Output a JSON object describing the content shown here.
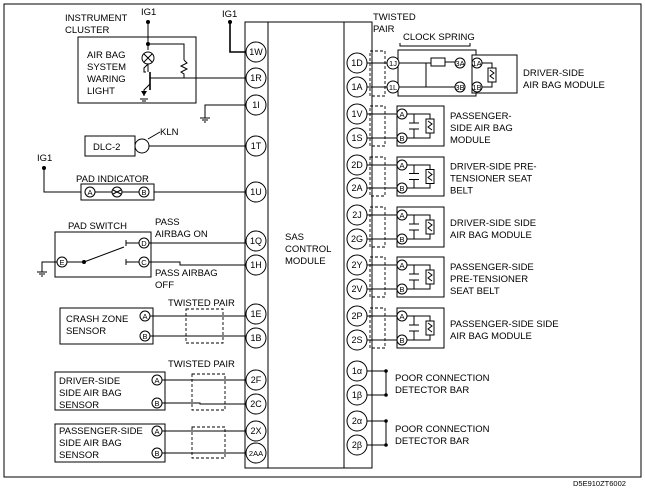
{
  "figure_id": "D5E910ZT6002",
  "module": {
    "label_lines": [
      "SAS",
      "CONTROL",
      "MODULE"
    ]
  },
  "power": {
    "ig1": "IG1"
  },
  "instrument_cluster": {
    "title_lines": [
      "INSTRUMENT",
      "CLUSTER"
    ],
    "light_lines": [
      "AIR BAG",
      "SYSTEM",
      "WARING",
      "LIGHT"
    ]
  },
  "dlc": {
    "label": "DLC-2",
    "line": "KLN"
  },
  "pad_indicator": {
    "label": "PAD INDICATOR",
    "pins": [
      "A",
      "B"
    ]
  },
  "pad_switch": {
    "label": "PAD SWITCH",
    "pins": [
      "D",
      "C",
      "E"
    ]
  },
  "pass_airbag_on_lines": [
    "PASS",
    "AIRBAG ON"
  ],
  "pass_airbag_off_lines": [
    "PASS AIRBAG",
    "OFF"
  ],
  "twisted_pair": "TWISTED PAIR",
  "twisted_pair_top_lines": [
    "TWISTED",
    "PAIR"
  ],
  "clock_spring": "CLOCK SPRING",
  "sensors": {
    "crash_zone_lines": [
      "CRASH ZONE",
      "SENSOR"
    ],
    "driver_side_lines": [
      "DRIVER-SIDE",
      "SIDE AIR BAG",
      "SENSOR"
    ],
    "passenger_side_lines": [
      "PASSENGER-SIDE",
      "SIDE AIR BAG",
      "SENSOR"
    ],
    "pins": [
      "A",
      "B"
    ]
  },
  "left_pins": [
    "1W",
    "1R",
    "1I",
    "1T",
    "1U",
    "1Q",
    "1H",
    "1E",
    "1B",
    "2F",
    "2C",
    "2X",
    "2AA"
  ],
  "right_pins": [
    "1D",
    "1A",
    "1V",
    "1S",
    "2D",
    "2A",
    "2J",
    "2G",
    "2Y",
    "2V",
    "2P",
    "2S",
    "1α",
    "1β",
    "2α",
    "2β"
  ],
  "clock_spring_pins": [
    "1J",
    "1L",
    "3A",
    "3B",
    "1A",
    "1B"
  ],
  "connector_pins": [
    "A",
    "B"
  ],
  "outputs": [
    {
      "label_lines": [
        "DRIVER-SIDE",
        "AIR BAG MODULE"
      ]
    },
    {
      "label_lines": [
        "PASSENGER-",
        "SIDE AIR BAG",
        "MODULE"
      ]
    },
    {
      "label_lines": [
        "DRIVER-SIDE PRE-",
        "TENSIONER SEAT",
        "BELT"
      ]
    },
    {
      "label_lines": [
        "DRIVER-SIDE SIDE",
        "AIR BAG MODULE"
      ]
    },
    {
      "label_lines": [
        "PASSENGER-SIDE",
        "PRE-TENSIONER",
        "SEAT BELT"
      ]
    },
    {
      "label_lines": [
        "PASSENGER-SIDE SIDE",
        "AIR BAG MODULE"
      ]
    },
    {
      "label_lines": [
        "POOR CONNECTION",
        "DETECTOR BAR"
      ]
    },
    {
      "label_lines": [
        "POOR CONNECTION",
        "DETECTOR BAR"
      ]
    }
  ]
}
